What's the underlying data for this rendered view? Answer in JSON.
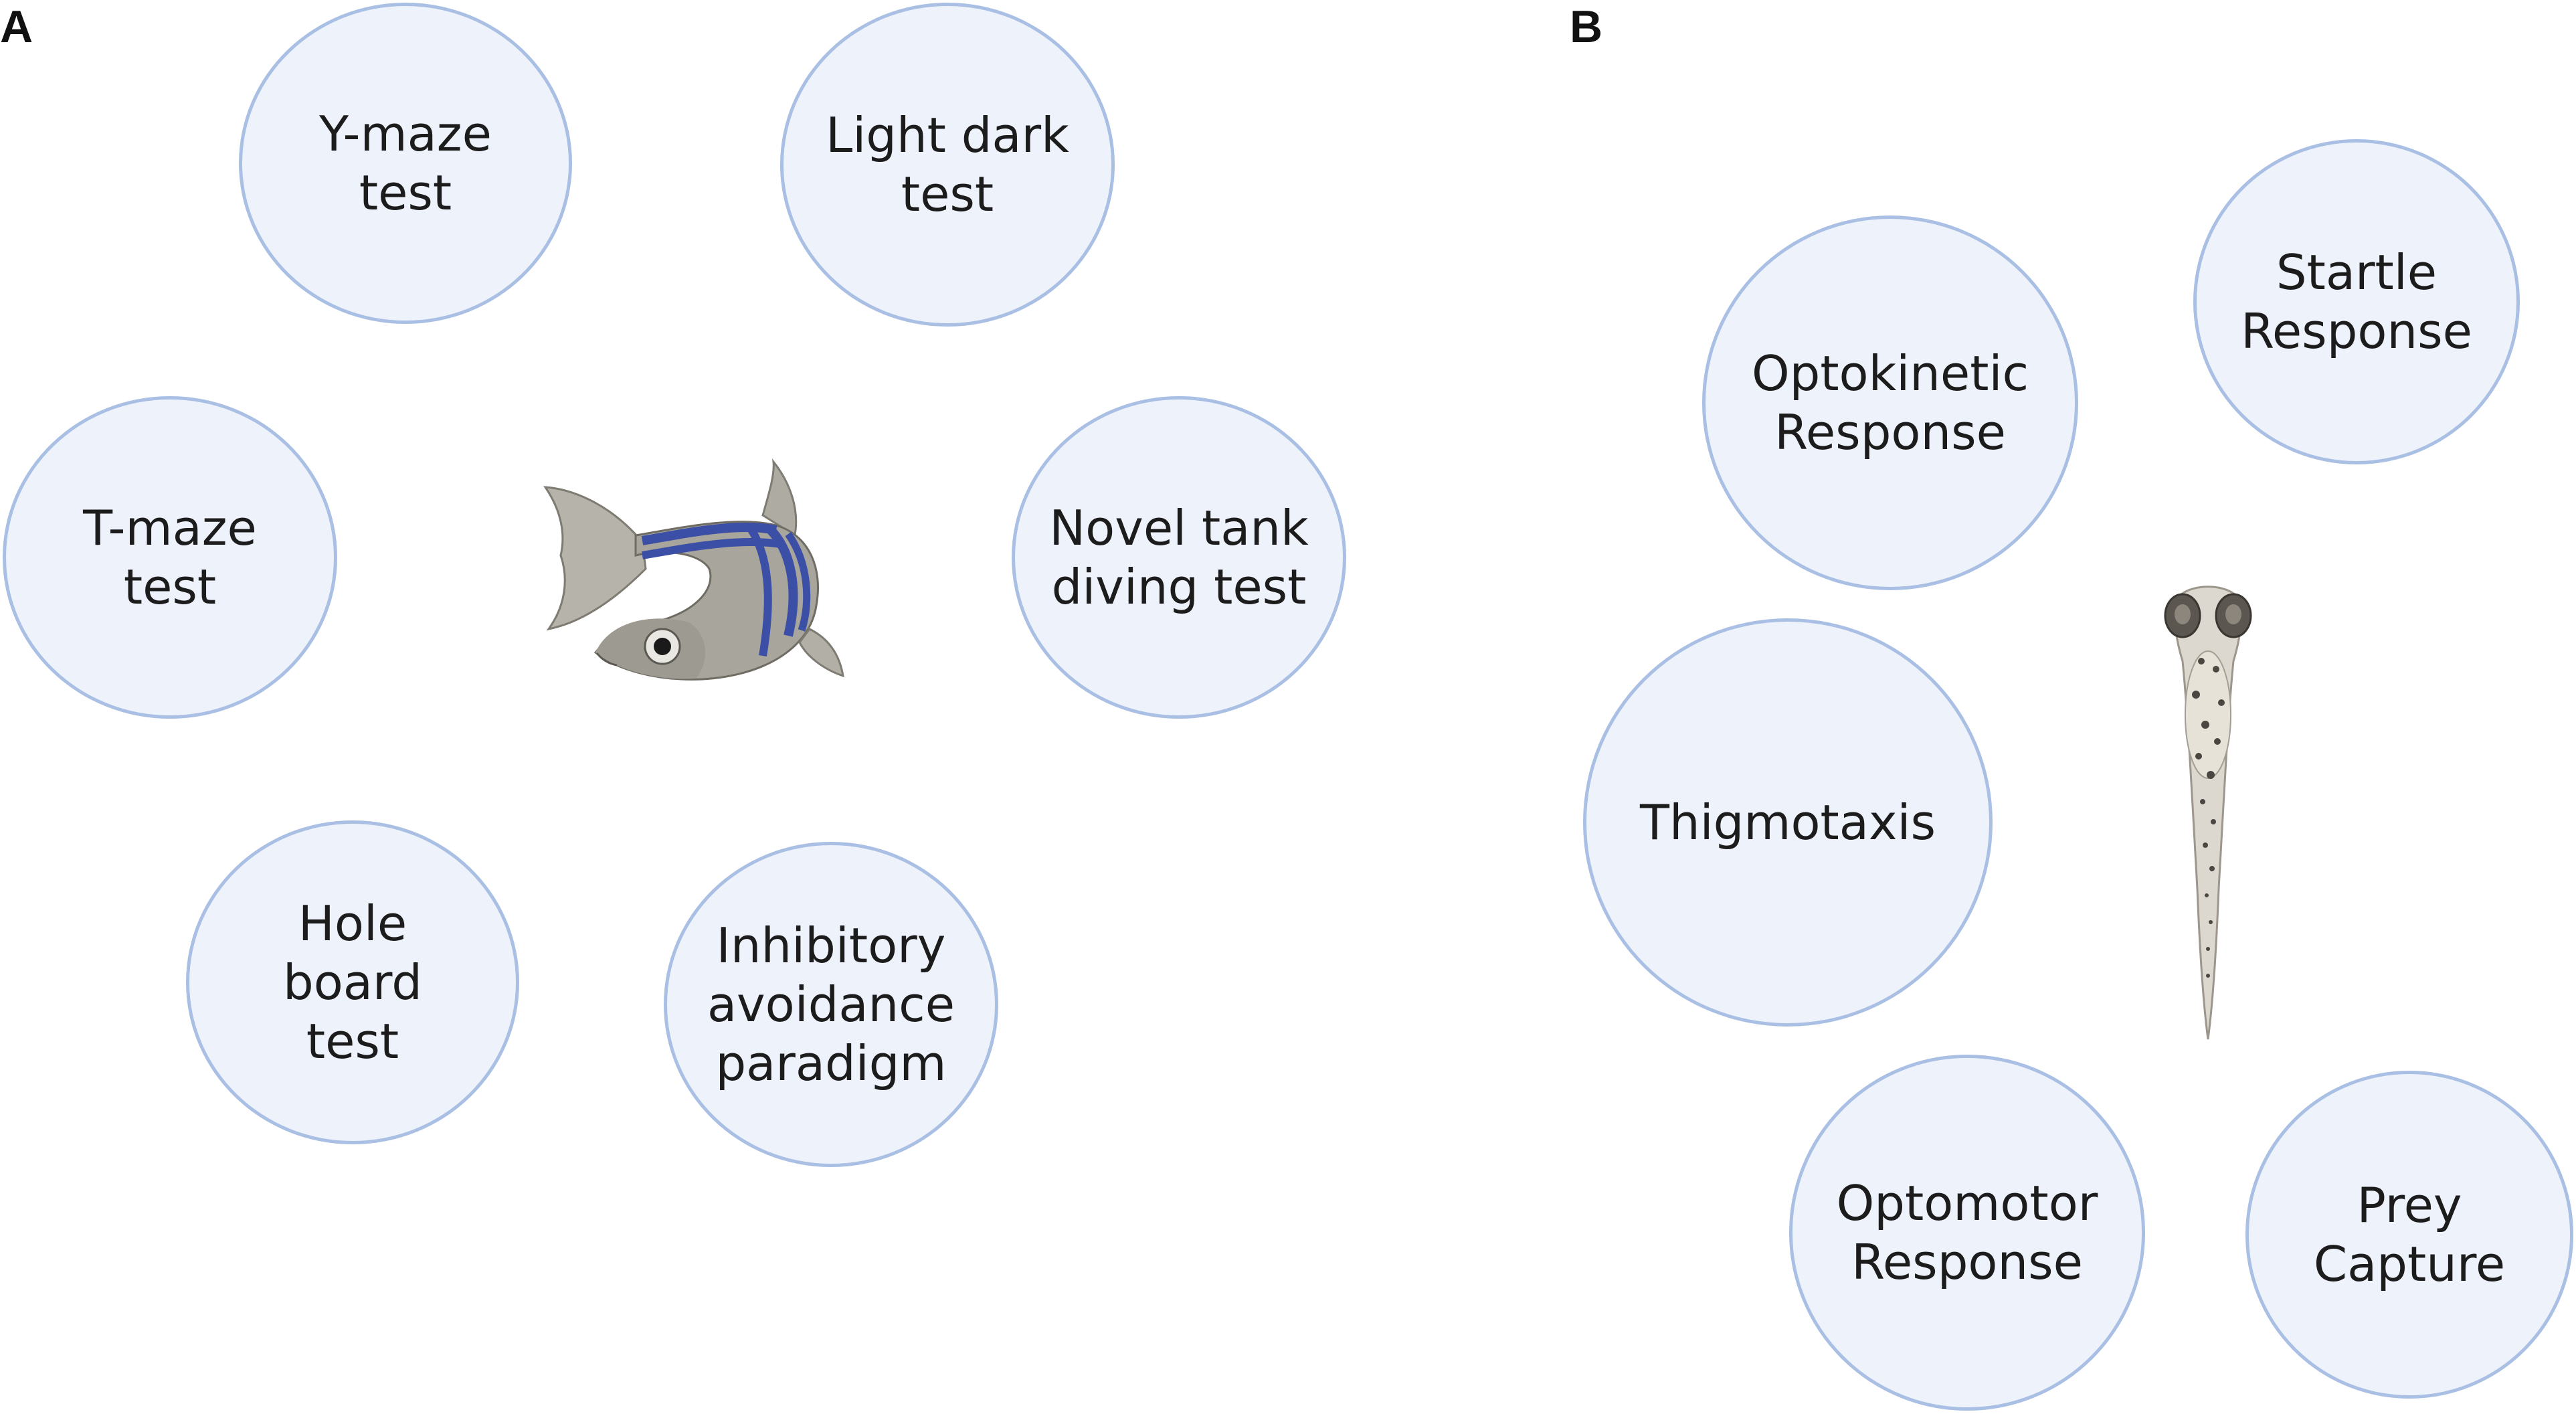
{
  "panels": {
    "a": {
      "label": "A",
      "tests": [
        {
          "text": "Y-maze\ntest"
        },
        {
          "text": "Light dark\ntest"
        },
        {
          "text": "T-maze\ntest"
        },
        {
          "text": "Novel tank\ndiving test"
        },
        {
          "text": "Hole\nboard\ntest"
        },
        {
          "text": "Inhibitory\navoidance\nparadigm"
        }
      ],
      "illustration": "adult-zebrafish-icon"
    },
    "b": {
      "label": "B",
      "tests": [
        {
          "text": "Startle\nResponse"
        },
        {
          "text": "Optokinetic\nResponse"
        },
        {
          "text": "Thigmotaxis"
        },
        {
          "text": "Optomotor\nResponse"
        },
        {
          "text": "Prey\nCapture"
        }
      ],
      "illustration": "zebrafish-larva-icon"
    }
  },
  "colors": {
    "bubble_fill": "#eef2fb",
    "bubble_border": "#a9bfe3",
    "fish_body": "#a8a59c",
    "fish_stripe": "#3c4fa6",
    "larva_body": "#ddd8cf"
  }
}
